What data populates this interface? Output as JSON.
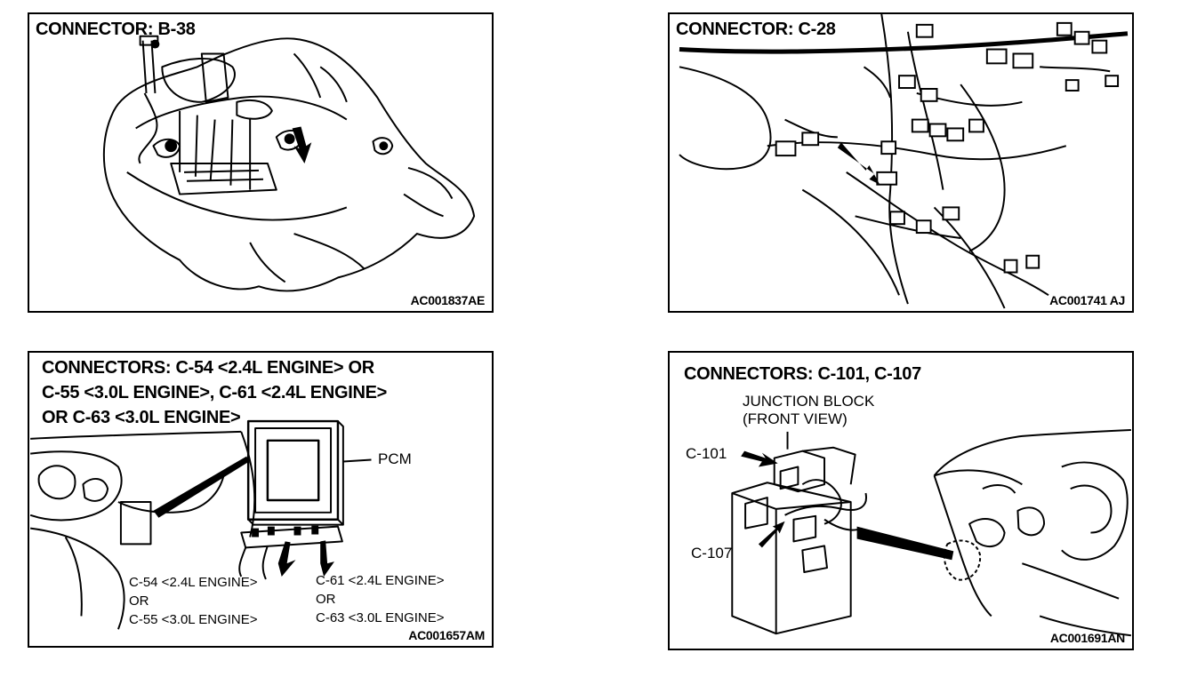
{
  "panels": {
    "b38": {
      "title": "CONNECTOR: B-38",
      "code": "AC001837AE"
    },
    "c28": {
      "title": "CONNECTOR: C-28",
      "code": "AC001741 AJ"
    },
    "pcm": {
      "title_lines": [
        "CONNECTORS: C-54 <2.4L ENGINE> OR",
        "C-55 <3.0L ENGINE>, C-61 <2.4L ENGINE>",
        "OR C-63 <3.0L ENGINE>"
      ],
      "pcm_label": "PCM",
      "left_callout": [
        "C-54 <2.4L ENGINE>",
        "OR",
        "C-55 <3.0L ENGINE>"
      ],
      "right_callout": [
        "C-61 <2.4L ENGINE>",
        "OR",
        "C-63 <3.0L ENGINE>"
      ],
      "code": "AC001657AM"
    },
    "jb": {
      "title": "CONNECTORS: C-101, C-107",
      "jb_label": [
        "JUNCTION BLOCK",
        "(FRONT VIEW)"
      ],
      "c101": "C-101",
      "c107": "C-107",
      "code": "AC001691AN"
    }
  }
}
